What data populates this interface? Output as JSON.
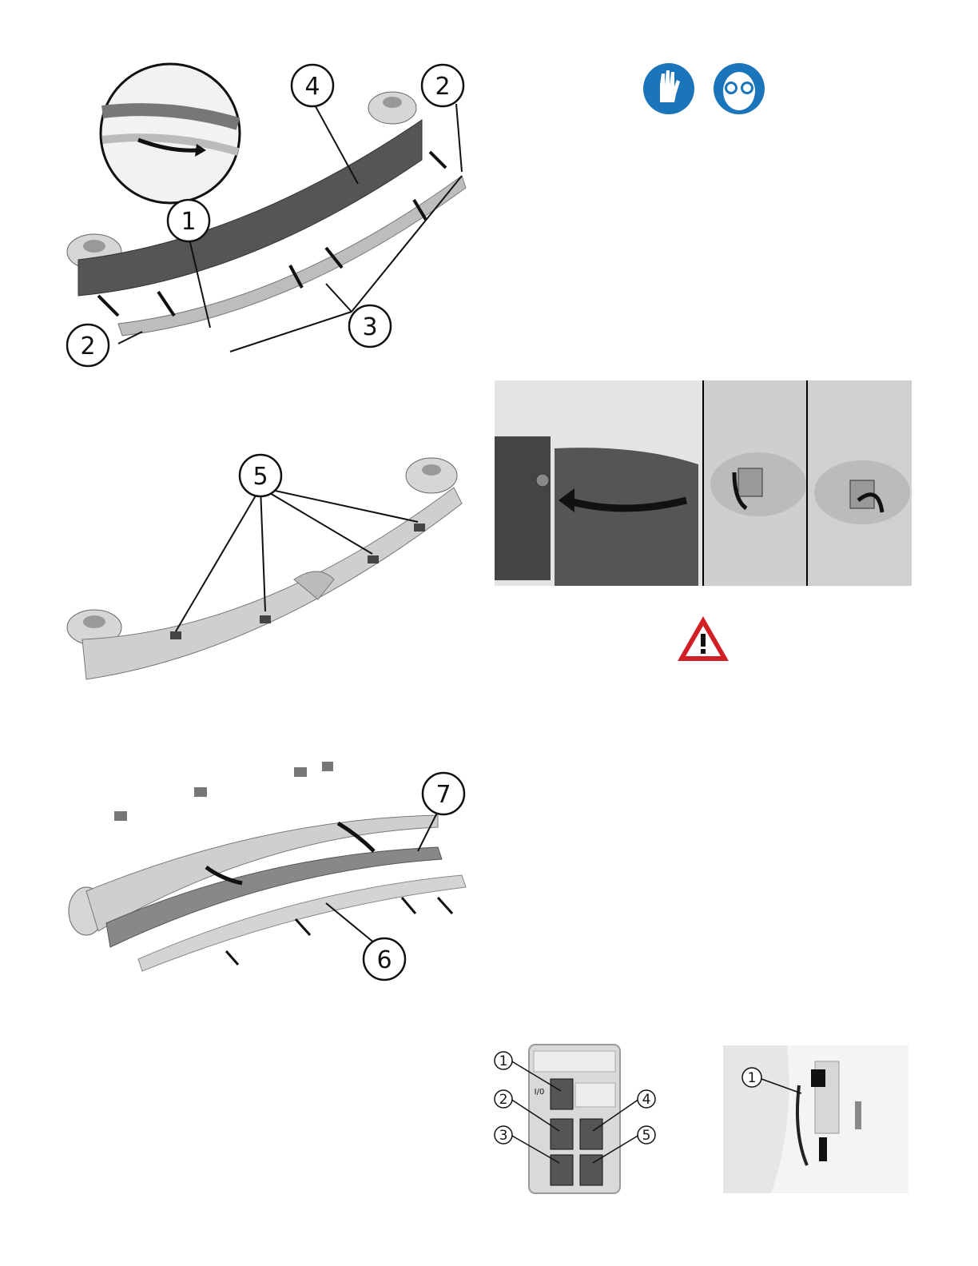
{
  "figures": {
    "squeegee_exploded": {
      "callouts": [
        "1",
        "4",
        "2",
        "2",
        "3"
      ]
    },
    "squeegee_knobs": {
      "callouts": [
        "5"
      ]
    },
    "squeegee_disassembly": {
      "callouts": [
        "7",
        "6"
      ]
    },
    "control_panel": {
      "callouts": [
        "1",
        "2",
        "3",
        "4",
        "5"
      ],
      "switch_symbols": [
        "I/0"
      ]
    },
    "side_detail": {
      "callouts": [
        "1"
      ]
    }
  },
  "safety_icons": [
    "gloves-icon",
    "goggles-icon",
    "warning-icon"
  ],
  "colors": {
    "safety_blue": "#1b75bb",
    "warning_red": "#d21f26",
    "part_gray": "#cfcfcf",
    "blade_dark": "#5a5a5a"
  }
}
